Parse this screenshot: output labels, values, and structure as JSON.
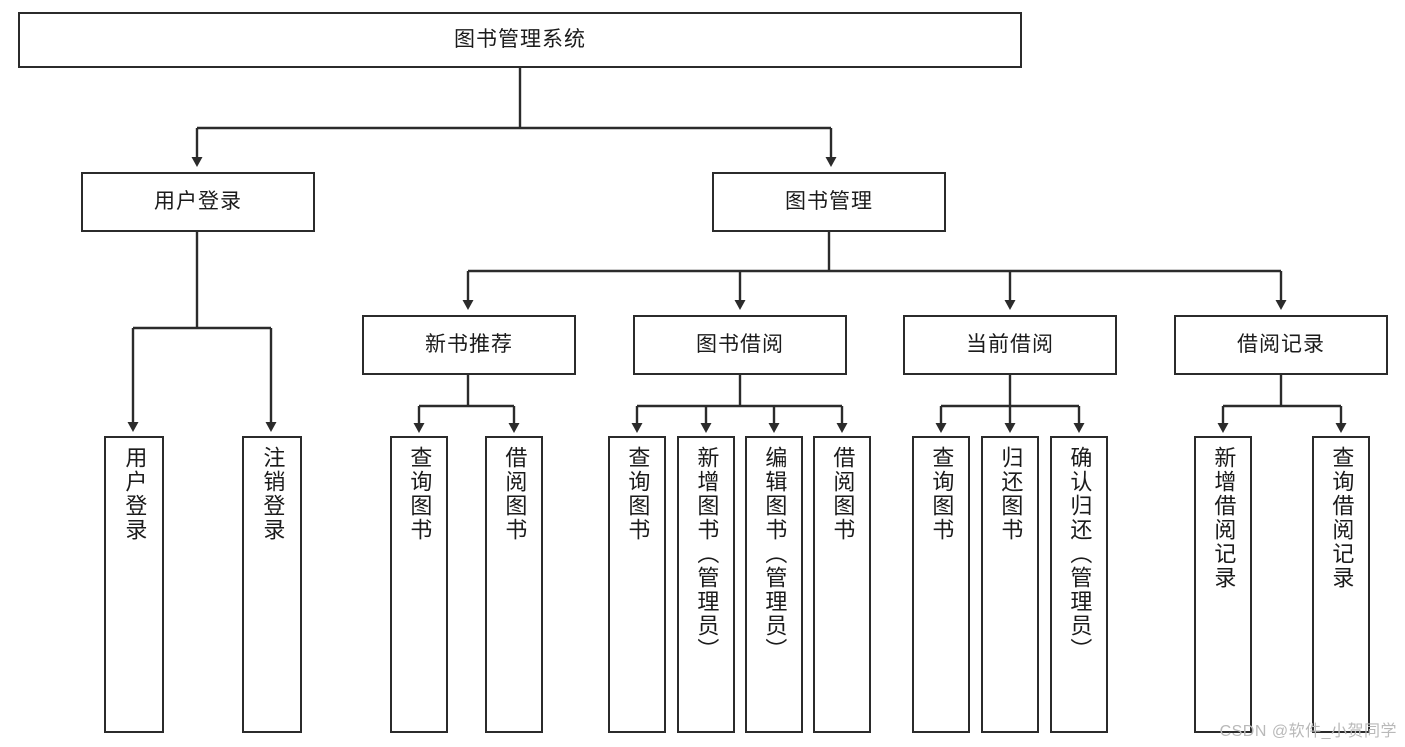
{
  "diagram": {
    "title": "图书管理系统",
    "type": "tree",
    "watermark": "CSDN @软件_小贺同学",
    "line_color": "#2b2b2b",
    "box_fill": "#ffffff",
    "text_color": "#1b1b1b",
    "nodes": {
      "root": "图书管理系统",
      "l2": [
        "用户登录",
        "图书管理"
      ],
      "l3": [
        "新书推荐",
        "图书借阅",
        "当前借阅",
        "借阅记录"
      ],
      "leaves_user_login": [
        "用户登录",
        "注销登录"
      ],
      "leaves_new_book": [
        "查询图书",
        "借阅图书"
      ],
      "leaves_borrow": [
        "查询图书",
        "新增图书（管理员）",
        "编辑图书（管理员）",
        "借阅图书"
      ],
      "leaves_current": [
        "查询图书",
        "归还图书",
        "确认归还（管理员）"
      ],
      "leaves_records": [
        "新增借阅记录",
        "查询借阅记录"
      ]
    }
  }
}
